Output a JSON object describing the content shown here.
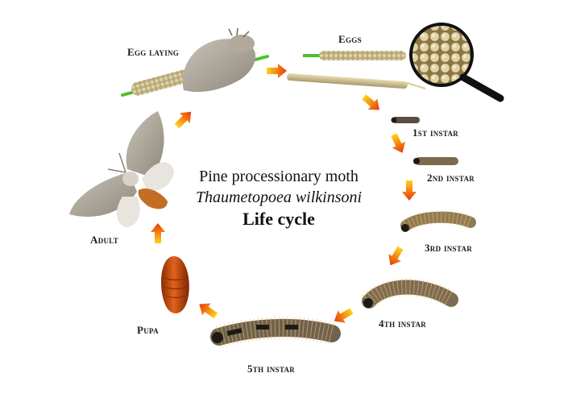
{
  "title": {
    "common_name": "Pine processionary moth",
    "species": "Thaumetopoea wilkinsoni",
    "subtitle": "Life cycle"
  },
  "stages": {
    "egg_laying": "Egg laying",
    "eggs": "Eggs",
    "instar1": "1st instar",
    "instar2": "2nd instar",
    "instar3": "3rd instar",
    "instar4": "4th instar",
    "instar5": "5th instar",
    "pupa": "Pupa",
    "adult": "Adult"
  },
  "colors": {
    "arrow_start": "#ffd21a",
    "arrow_end": "#e8380d"
  }
}
